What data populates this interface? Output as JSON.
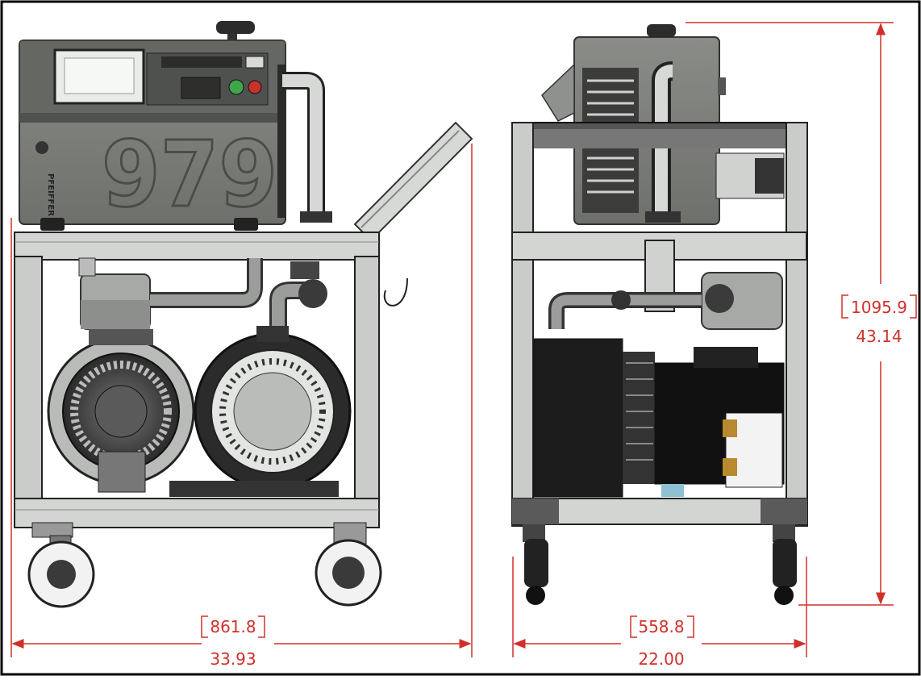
{
  "unit_label": "979",
  "brand_label": "PFEIFFER",
  "colors": {
    "dimension": "#d0302a",
    "frame": "#000000",
    "body": "#7d7f7b",
    "body_dark": "#5a5c59",
    "aluminum": "#c8cbc8",
    "motor": "#1b1b1b"
  },
  "dimensions": {
    "width": {
      "mm": "861.8",
      "in": "33.93"
    },
    "depth": {
      "mm": "558.8",
      "in": "22.00"
    },
    "height": {
      "mm": "1095.9",
      "in": "43.14"
    }
  }
}
